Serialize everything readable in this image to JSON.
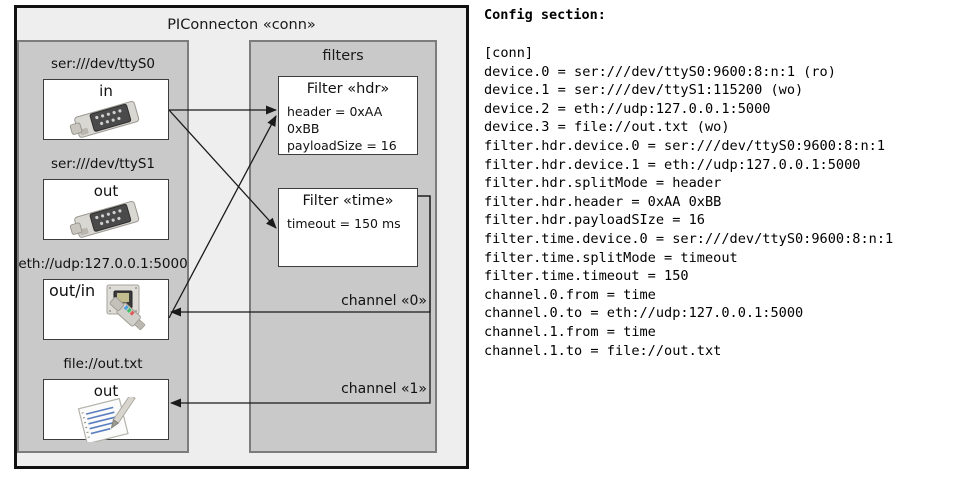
{
  "diagram": {
    "title": "PIConnecton «conn»",
    "devices_panel": {
      "name": "devices-panel",
      "items": [
        {
          "label": "ser:///dev/ttyS0",
          "direction": "in",
          "icon": "serial-port-icon"
        },
        {
          "label": "ser:///dev/ttyS1",
          "direction": "out",
          "icon": "serial-port-icon"
        },
        {
          "label": "eth://udp:127.0.0.1:5000",
          "direction": "out/in",
          "icon": "ethernet-plug-icon"
        },
        {
          "label": "file://out.txt",
          "direction": "out",
          "icon": "text-file-icon"
        }
      ]
    },
    "filters_panel": {
      "title": "filters",
      "filters": [
        {
          "title": "Filter «hdr»",
          "props": [
            "header = 0xAA 0xBB",
            "payloadSize = 16"
          ]
        },
        {
          "title": "Filter «time»",
          "props": [
            "timeout = 150 ms"
          ]
        }
      ],
      "channels": [
        {
          "label": "channel «0»"
        },
        {
          "label": "channel «1»"
        }
      ]
    },
    "colors": {
      "outer_fill": "#eeeeee",
      "outer_border": "#111111",
      "panel_fill": "#c9c9c9",
      "panel_border": "#7c7c7c",
      "box_fill": "#ffffff",
      "box_border": "#3d3d3d",
      "line": "#1a1a1a"
    }
  },
  "config": {
    "heading": "Config section:",
    "lines": [
      "[conn]",
      "device.0 = ser:///dev/ttyS0:9600:8:n:1 (ro)",
      "device.1 = ser:///dev/ttyS1:115200 (wo)",
      "device.2 = eth://udp:127.0.0.1:5000",
      "device.3 = file://out.txt (wo)",
      "filter.hdr.device.0 = ser:///dev/ttyS0:9600:8:n:1",
      "filter.hdr.device.1 = eth://udp:127.0.0.1:5000",
      "filter.hdr.splitMode = header",
      "filter.hdr.header = 0xAA 0xBB",
      "filter.hdr.payloadSIze = 16",
      "filter.time.device.0 = ser:///dev/ttyS0:9600:8:n:1",
      "filter.time.splitMode = timeout",
      "filter.time.timeout = 150",
      "channel.0.from = time",
      "channel.0.to = eth://udp:127.0.0.1:5000",
      "channel.1.from = time",
      "channel.1.to = file://out.txt"
    ]
  }
}
